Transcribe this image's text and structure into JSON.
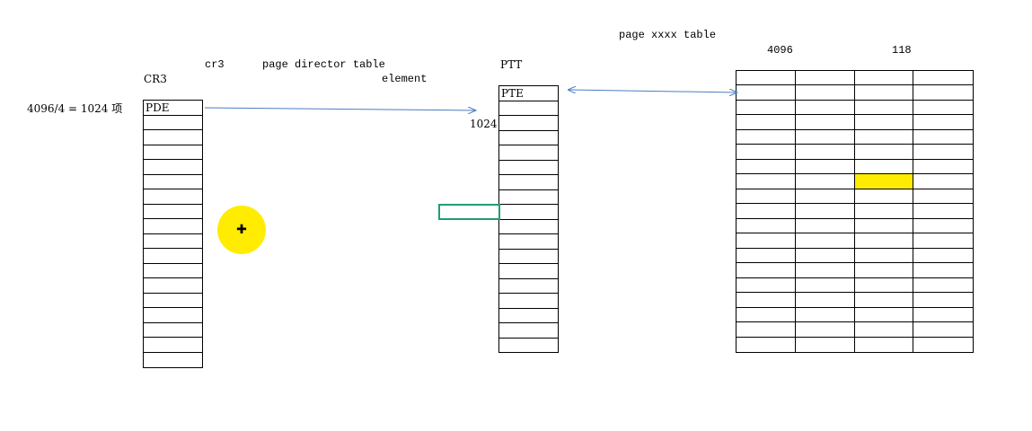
{
  "labels": {
    "cr3_lower": "cr3",
    "pdt": "page director table",
    "element": "element",
    "page_table": "page xxxx table",
    "col4096": "4096",
    "col118": "118",
    "cr3_upper": "CR3",
    "ptt": "PTT",
    "count": "4096/4 = 1024 项",
    "pde": "PDE",
    "pte": "PTE",
    "num1024": "1024"
  },
  "tables": {
    "pdt_rows": 18,
    "ptt_rows": 18,
    "page_rows": 19,
    "page_cols": 4,
    "highlight_row": 7,
    "highlight_col": 2
  },
  "colors": {
    "arrow": "#4a7cc4",
    "highlight": "#ffec00",
    "green": "#1f9e6e",
    "cursor": "#ffec00"
  },
  "icons": {
    "cursor": "plus-cursor-icon"
  }
}
